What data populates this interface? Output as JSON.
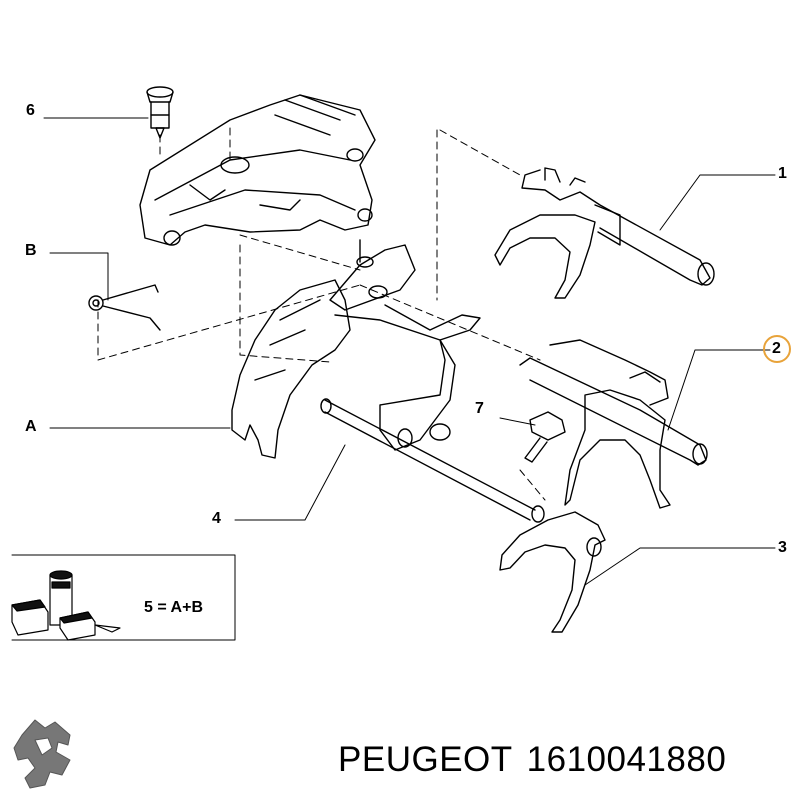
{
  "callouts": [
    {
      "id": "1"
    },
    {
      "id": "2"
    },
    {
      "id": "3"
    },
    {
      "id": "4"
    },
    {
      "id": "6"
    },
    {
      "id": "7"
    },
    {
      "id": "A"
    },
    {
      "id": "B"
    }
  ],
  "kit": {
    "formula": "5 = A+B",
    "icon": "sealant-tubes-icon"
  },
  "brand": {
    "name": "PEUGEOT",
    "part_number": "1610041880",
    "logo": "peugeot-lion-icon"
  },
  "colors": {
    "line": "#000000",
    "highlight_ring": "#e8a33a"
  }
}
